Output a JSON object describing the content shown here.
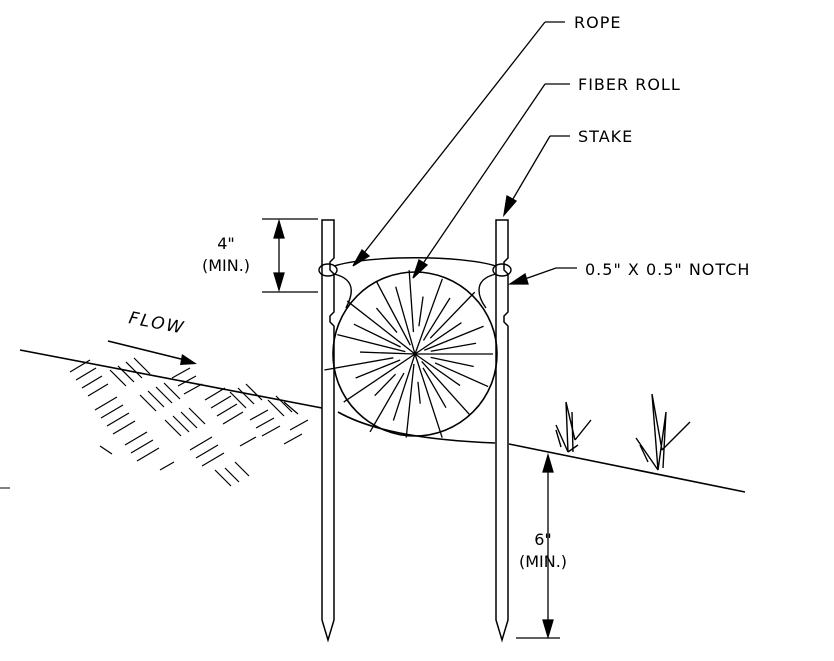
{
  "labels": {
    "rope": "ROPE",
    "fiber_roll": "FIBER ROLL",
    "stake": "STAKE",
    "notch": "0.5\" X 0.5\" NOTCH",
    "flow": "FLOW"
  },
  "dimensions": {
    "top": {
      "value": "4\"",
      "qualifier": "(MIN.)"
    },
    "bottom": {
      "value": "6\"",
      "qualifier": "(MIN.)"
    }
  }
}
